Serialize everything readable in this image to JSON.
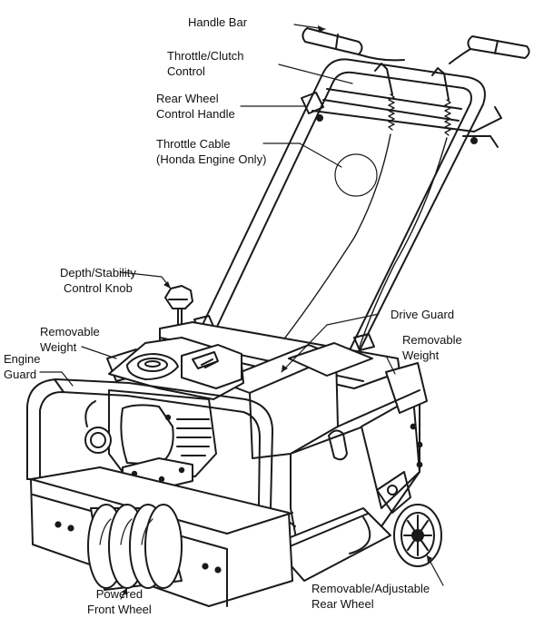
{
  "labels": {
    "handle_bar": [
      "Handle Bar"
    ],
    "throttle_clutch": [
      "Throttle/Clutch",
      "Control"
    ],
    "rear_wheel_control": [
      "Rear Wheel",
      "Control Handle"
    ],
    "throttle_cable": [
      "Throttle Cable",
      "(Honda Engine Only)"
    ],
    "depth_knob": [
      "Depth/Stability",
      "Control Knob"
    ],
    "drive_guard": [
      "Drive Guard"
    ],
    "removable_weight_left": [
      "Removable",
      "Weight"
    ],
    "removable_weight_right": [
      "Removable",
      "Weight"
    ],
    "engine_guard": [
      "Engine",
      "Guard"
    ],
    "rear_wheel": [
      "Removable/Adjustable",
      "Rear Wheel"
    ],
    "front_wheel": [
      "Powered",
      "Front Wheel"
    ]
  }
}
